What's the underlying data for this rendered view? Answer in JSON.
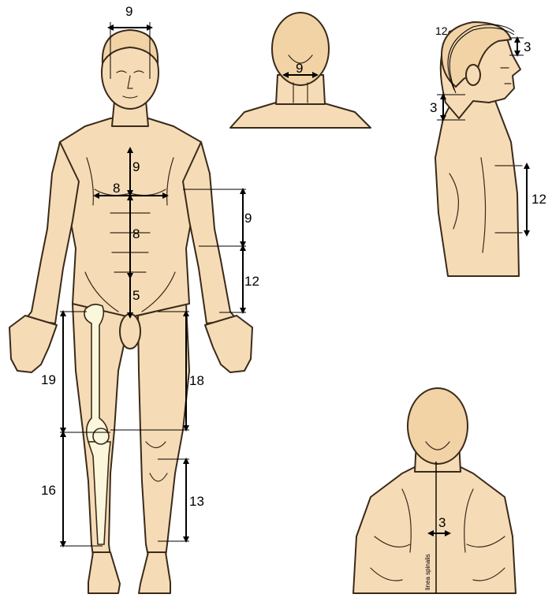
{
  "front_labels": {
    "head_width": "9",
    "sternum": "9",
    "chest": "8",
    "upper_abdomen": "8",
    "lower_abdomen": "5",
    "upper_arm": "9",
    "forearm": "12",
    "thigh_left": "19",
    "thigh_right": "18",
    "shin_left": "16",
    "shin_right": "13"
  },
  "neck_view": {
    "neck_width": "9"
  },
  "side_view": {
    "scalp_arc": "12",
    "forehead": "3",
    "neck": "3",
    "chest_side": "12"
  },
  "back_view": {
    "spine_width": "3",
    "spine_caption": "linea spinalis"
  },
  "colors": {
    "skin": "#f6dcb6",
    "outline": "#3a2a1a",
    "bone": "#fbf7dc",
    "line": "#000000"
  }
}
